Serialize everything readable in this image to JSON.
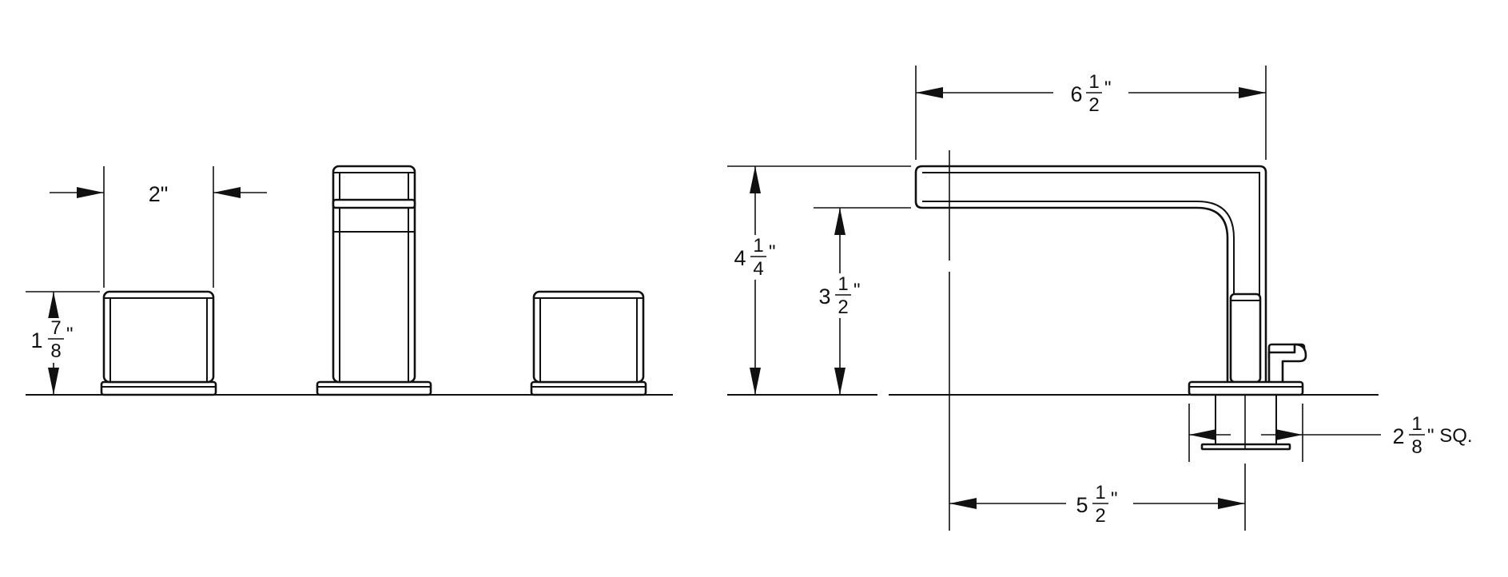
{
  "dimensions": {
    "handle_width": {
      "text": "2\""
    },
    "handle_height": {
      "whole": "1",
      "num": "7",
      "den": "8",
      "unit": "\""
    },
    "spout_reach": {
      "whole": "6",
      "num": "1",
      "den": "2",
      "unit": "\""
    },
    "overall_height": {
      "whole": "4",
      "num": "1",
      "den": "4",
      "unit": "\""
    },
    "spout_height": {
      "whole": "3",
      "num": "1",
      "den": "2",
      "unit": "\""
    },
    "spout_projection": {
      "whole": "5",
      "num": "1",
      "den": "2",
      "unit": "\""
    },
    "base_square": {
      "whole": "2",
      "num": "1",
      "den": "8",
      "unit": "\" SQ."
    }
  },
  "colors": {
    "line": "#111111",
    "background": "#ffffff"
  }
}
